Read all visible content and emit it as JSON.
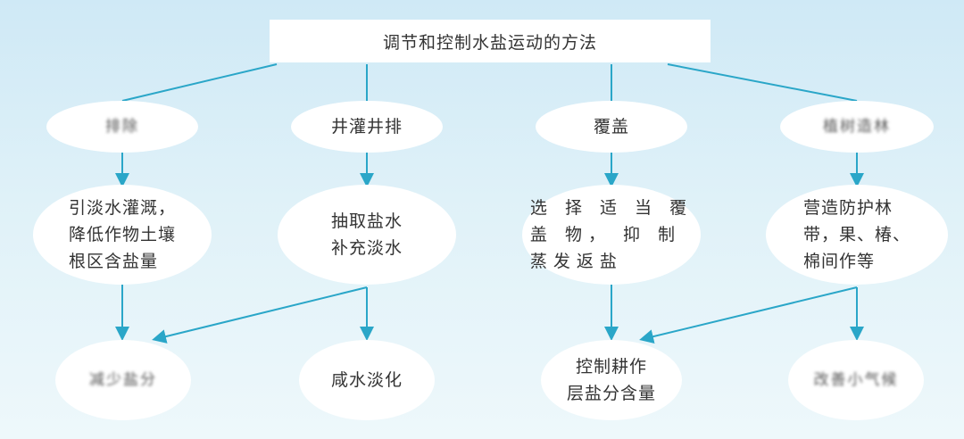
{
  "title": "调节和控制水盐运动的方法",
  "methods": [
    {
      "name": "排除"
    },
    {
      "name": "井灌井排"
    },
    {
      "name": "覆盖"
    },
    {
      "name": "植树造林"
    }
  ],
  "measures": [
    {
      "text": "引淡水灌溉，\n降低作物土壤\n根区含盐量"
    },
    {
      "text": "抽取盐水\n补充淡水"
    },
    {
      "text": "选 择 适 当 覆\n盖 物， 抑 制\n蒸发返盐"
    },
    {
      "text": "营造防护林\n带，果、椿、\n棉间作等"
    }
  ],
  "outcomes": [
    {
      "text": "减少盐分"
    },
    {
      "text": "咸水淡化"
    },
    {
      "text": "控制耕作\n层盐分含量"
    },
    {
      "text": "改善小气候"
    }
  ],
  "colors": {
    "arrow": "#2aa6c8",
    "node_fill": "#ffffff",
    "background": "#d6eef7"
  }
}
